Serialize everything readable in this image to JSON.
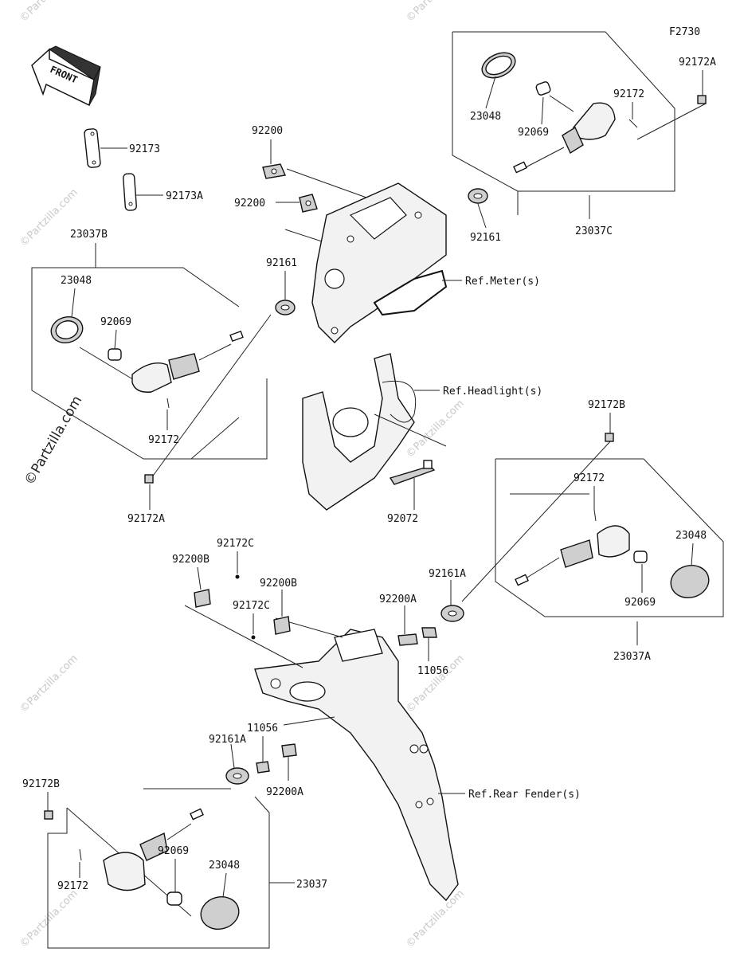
{
  "figure_code": "F2730",
  "front_label": "FRONT",
  "watermark": "©Partzilla.com",
  "references": {
    "meter": "Ref.Meter(s)",
    "headlight": "Ref.Headlight(s)",
    "rear_fender": "Ref.Rear Fender(s)"
  },
  "parts": {
    "p92173": "92173",
    "p92173A": "92173A",
    "p92200_top": "92200",
    "p92200_mid": "92200",
    "p92161_right": "92161",
    "p92161_left": "92161",
    "p92172A_top": "92172A",
    "p92172_top": "92172",
    "p23048_top": "23048",
    "p92069_top": "92069",
    "p23037C": "23037C",
    "p23037B": "23037B",
    "p23048_left": "23048",
    "p92069_left": "92069",
    "p92172_left": "92172",
    "p92172A_left": "92172A",
    "p92072": "92072",
    "p92172B_right": "92172B",
    "p92172_right": "92172",
    "p23048_right": "23048",
    "p92069_right": "92069",
    "p23037A": "23037A",
    "p92161A_right": "92161A",
    "p92200A_right": "92200A",
    "p11056_right": "11056",
    "p92172C_a": "92172C",
    "p92200B_a": "92200B",
    "p92200B_b": "92200B",
    "p92172C_b": "92172C",
    "p92161A_left": "92161A",
    "p11056_left": "11056",
    "p92200A_left": "92200A",
    "p92172B_left": "92172B",
    "p92069_bottom": "92069",
    "p23048_bottom": "23048",
    "p92172_bottom": "92172",
    "p23037": "23037"
  }
}
